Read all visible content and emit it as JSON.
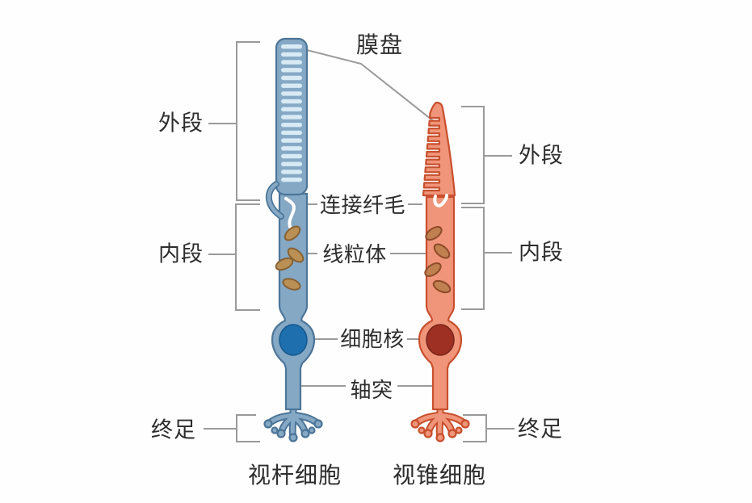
{
  "labels": {
    "membrane_disc": "膜盘",
    "outer_segment": "外段",
    "inner_segment": "内段",
    "connecting_cilium": "连接纤毛",
    "mitochondria": "线粒体",
    "nucleus": "细胞核",
    "axon": "轴突",
    "terminal_foot": "终足",
    "rod_cell_name": "视杆细胞",
    "cone_cell_name": "视锥细胞"
  },
  "colors": {
    "bg": "#fefefe",
    "text": "#2d2d2d",
    "line": "#9a9a9a",
    "rod_body": "#85a8c5",
    "rod_outline": "#4c7598",
    "rod_stripe": "#d8eaf4",
    "rod_nucleus": "#1d6fae",
    "rod_nucleus_outline": "#14588c",
    "rod_mito": "#bb9055",
    "rod_mito_outline": "#876233",
    "cone_body": "#f0957a",
    "cone_outline": "#c84f2d",
    "cone_nucleus": "#9d3023",
    "cone_nucleus_outline": "#7a241a",
    "cone_mito": "#c08050",
    "cone_mito_outline": "#8e4a28"
  }
}
